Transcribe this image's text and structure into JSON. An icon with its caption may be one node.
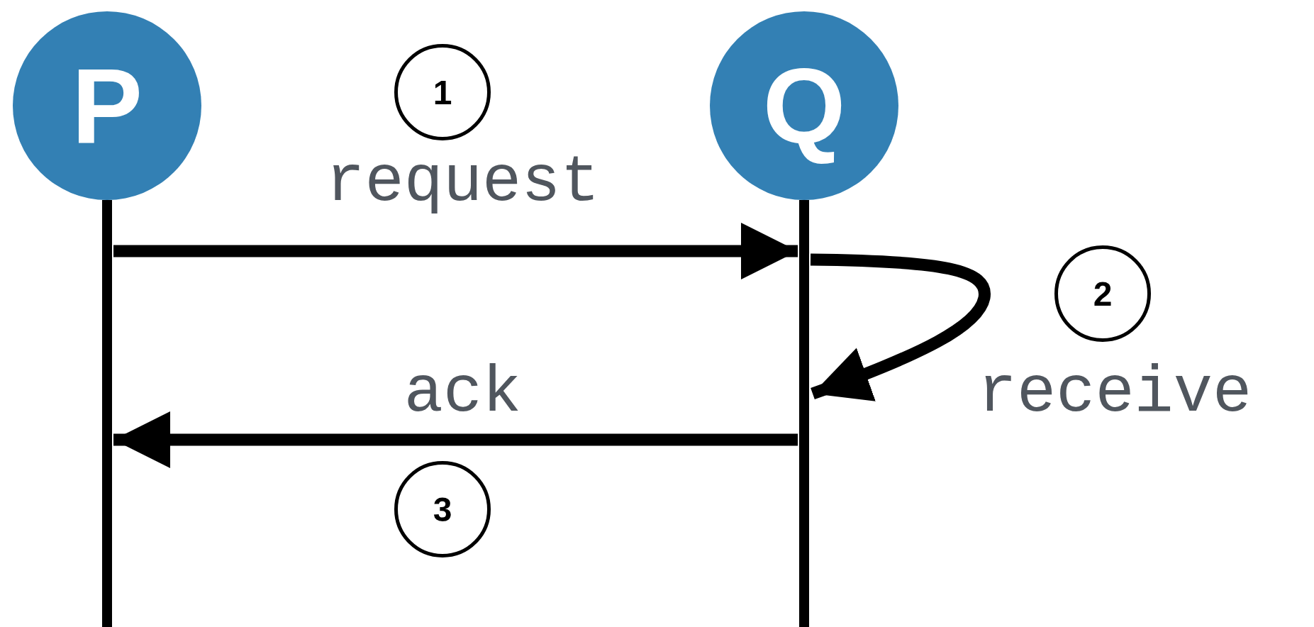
{
  "diagram": {
    "nodes": [
      {
        "text": [
          "P"
        ]
      },
      {
        "text": [
          "1"
        ]
      },
      {
        "text": [
          "Q"
        ]
      },
      {
        "text": [],
        "shape": "bar"
      },
      {
        "text": [],
        "shape": "bar"
      },
      {
        "text": [
          "2"
        ]
      },
      {
        "text": [
          "3"
        ]
      }
    ],
    "edges": [
      {
        "from": 3,
        "to": 4,
        "arrow": "to",
        "label": "request"
      },
      {
        "from": 4,
        "to": 4,
        "arrow": "to",
        "label": "receive"
      },
      {
        "from": 4,
        "to": 3,
        "arrow": "to",
        "label": "ack"
      }
    ]
  }
}
